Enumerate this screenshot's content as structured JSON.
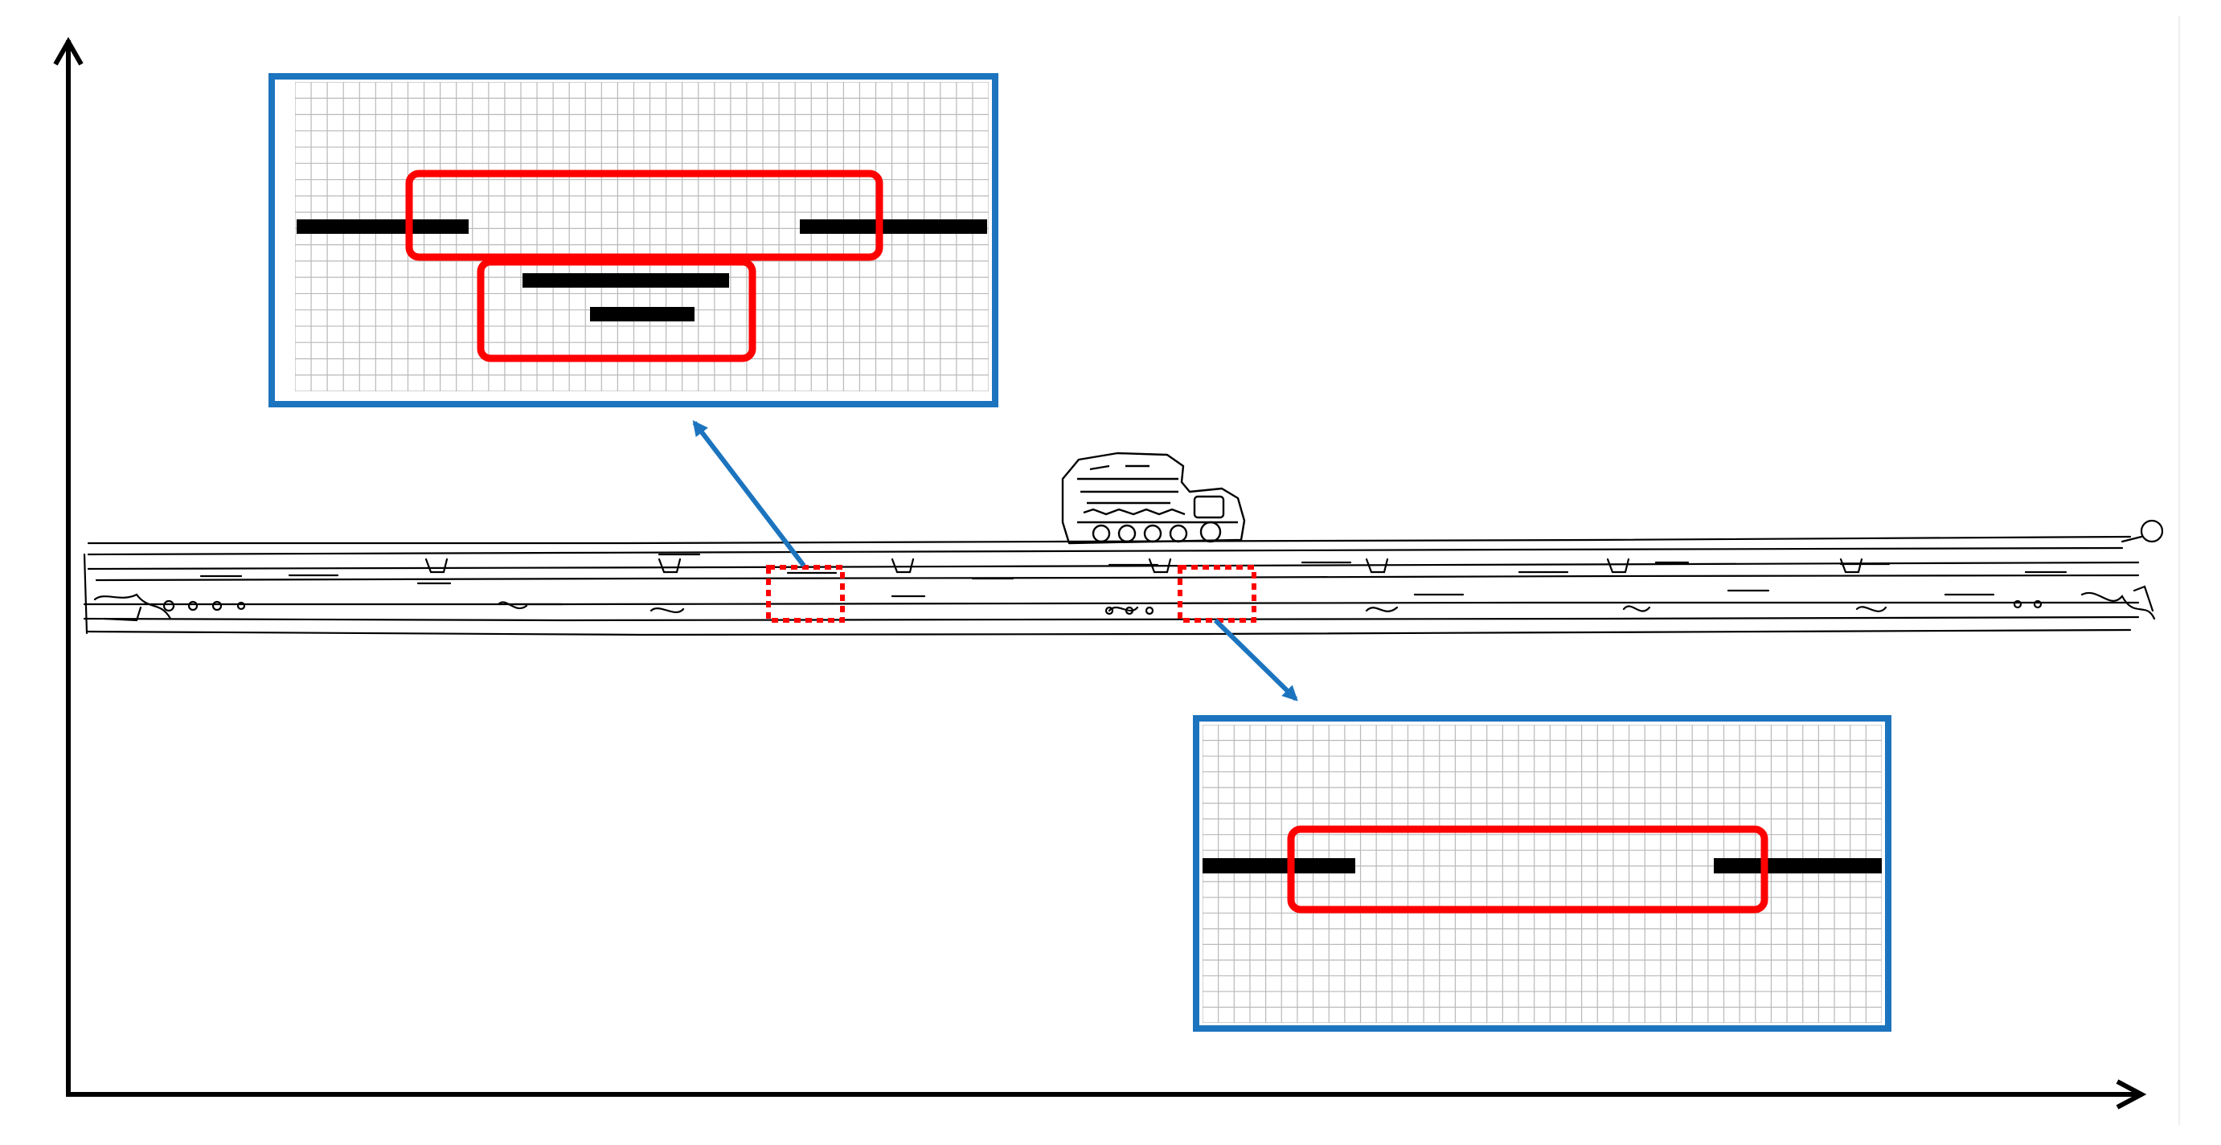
{
  "colors": {
    "axis": "#000000",
    "inset_border": "#1c74bf",
    "highlight": "#ff0000",
    "grid": "#b9b9b9",
    "pixel_fill": "#000000",
    "edge_line": "#000000"
  },
  "icons": {
    "x_axis_head": "arrow-right",
    "y_axis_head": "arrow-up",
    "vehicle": "tracked-vehicle-outline",
    "callout_arrow": "double-arrow"
  },
  "insets": {
    "top": {
      "grid_cols": 43,
      "grid_rows": 19
    },
    "bottom": {
      "grid_cols": 43,
      "grid_rows": 19
    }
  }
}
